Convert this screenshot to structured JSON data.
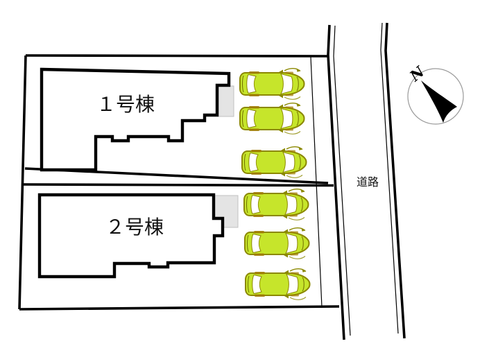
{
  "plan": {
    "buildings": [
      {
        "id": 1,
        "label": "１号棟"
      },
      {
        "id": 2,
        "label": "２号棟"
      }
    ],
    "road": {
      "label": "道路"
    },
    "compass": {
      "north_label": "N"
    },
    "parking": {
      "car_count": 6,
      "cars_per_lot": 3
    }
  },
  "colors": {
    "line": "#000000",
    "car_body": "#c6e52b",
    "car_outline": "#8b8800",
    "car_window": "#ffffff",
    "porch_fill": "#e4e4e4",
    "porch_border": "#c0c0c0",
    "compass_ring": "#999999",
    "compass_needle": "#000000",
    "background": "#ffffff"
  }
}
